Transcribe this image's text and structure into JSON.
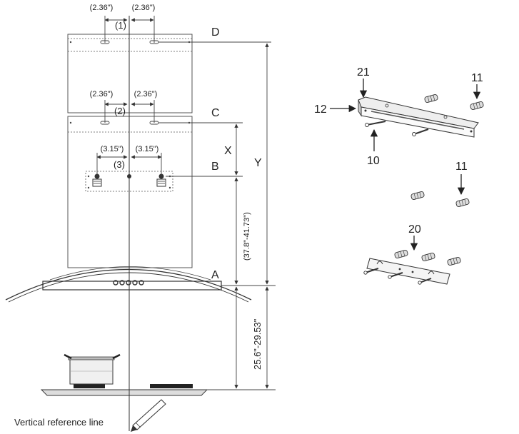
{
  "labels": {
    "D": "D",
    "C": "C",
    "B": "B",
    "A": "A",
    "X": "X",
    "Y": "Y"
  },
  "dims": {
    "set1_left": "(2.36\")",
    "set1_right": "(2.36\")",
    "set1_num": "(1)",
    "set2_left": "(2.36\")",
    "set2_right": "(2.36\")",
    "set2_num": "(2)",
    "set3_left": "(3.15\")",
    "set3_right": "(3.15\")",
    "set3_num": "(3)",
    "upper_range": "(37.8\"-41.73\")",
    "lower_range": "25.6\"-29.53\""
  },
  "reference_line": "Vertical reference line",
  "parts": {
    "p21": "21",
    "p11a": "11",
    "p12": "12",
    "p10": "10",
    "p11b": "11",
    "p20": "20"
  }
}
